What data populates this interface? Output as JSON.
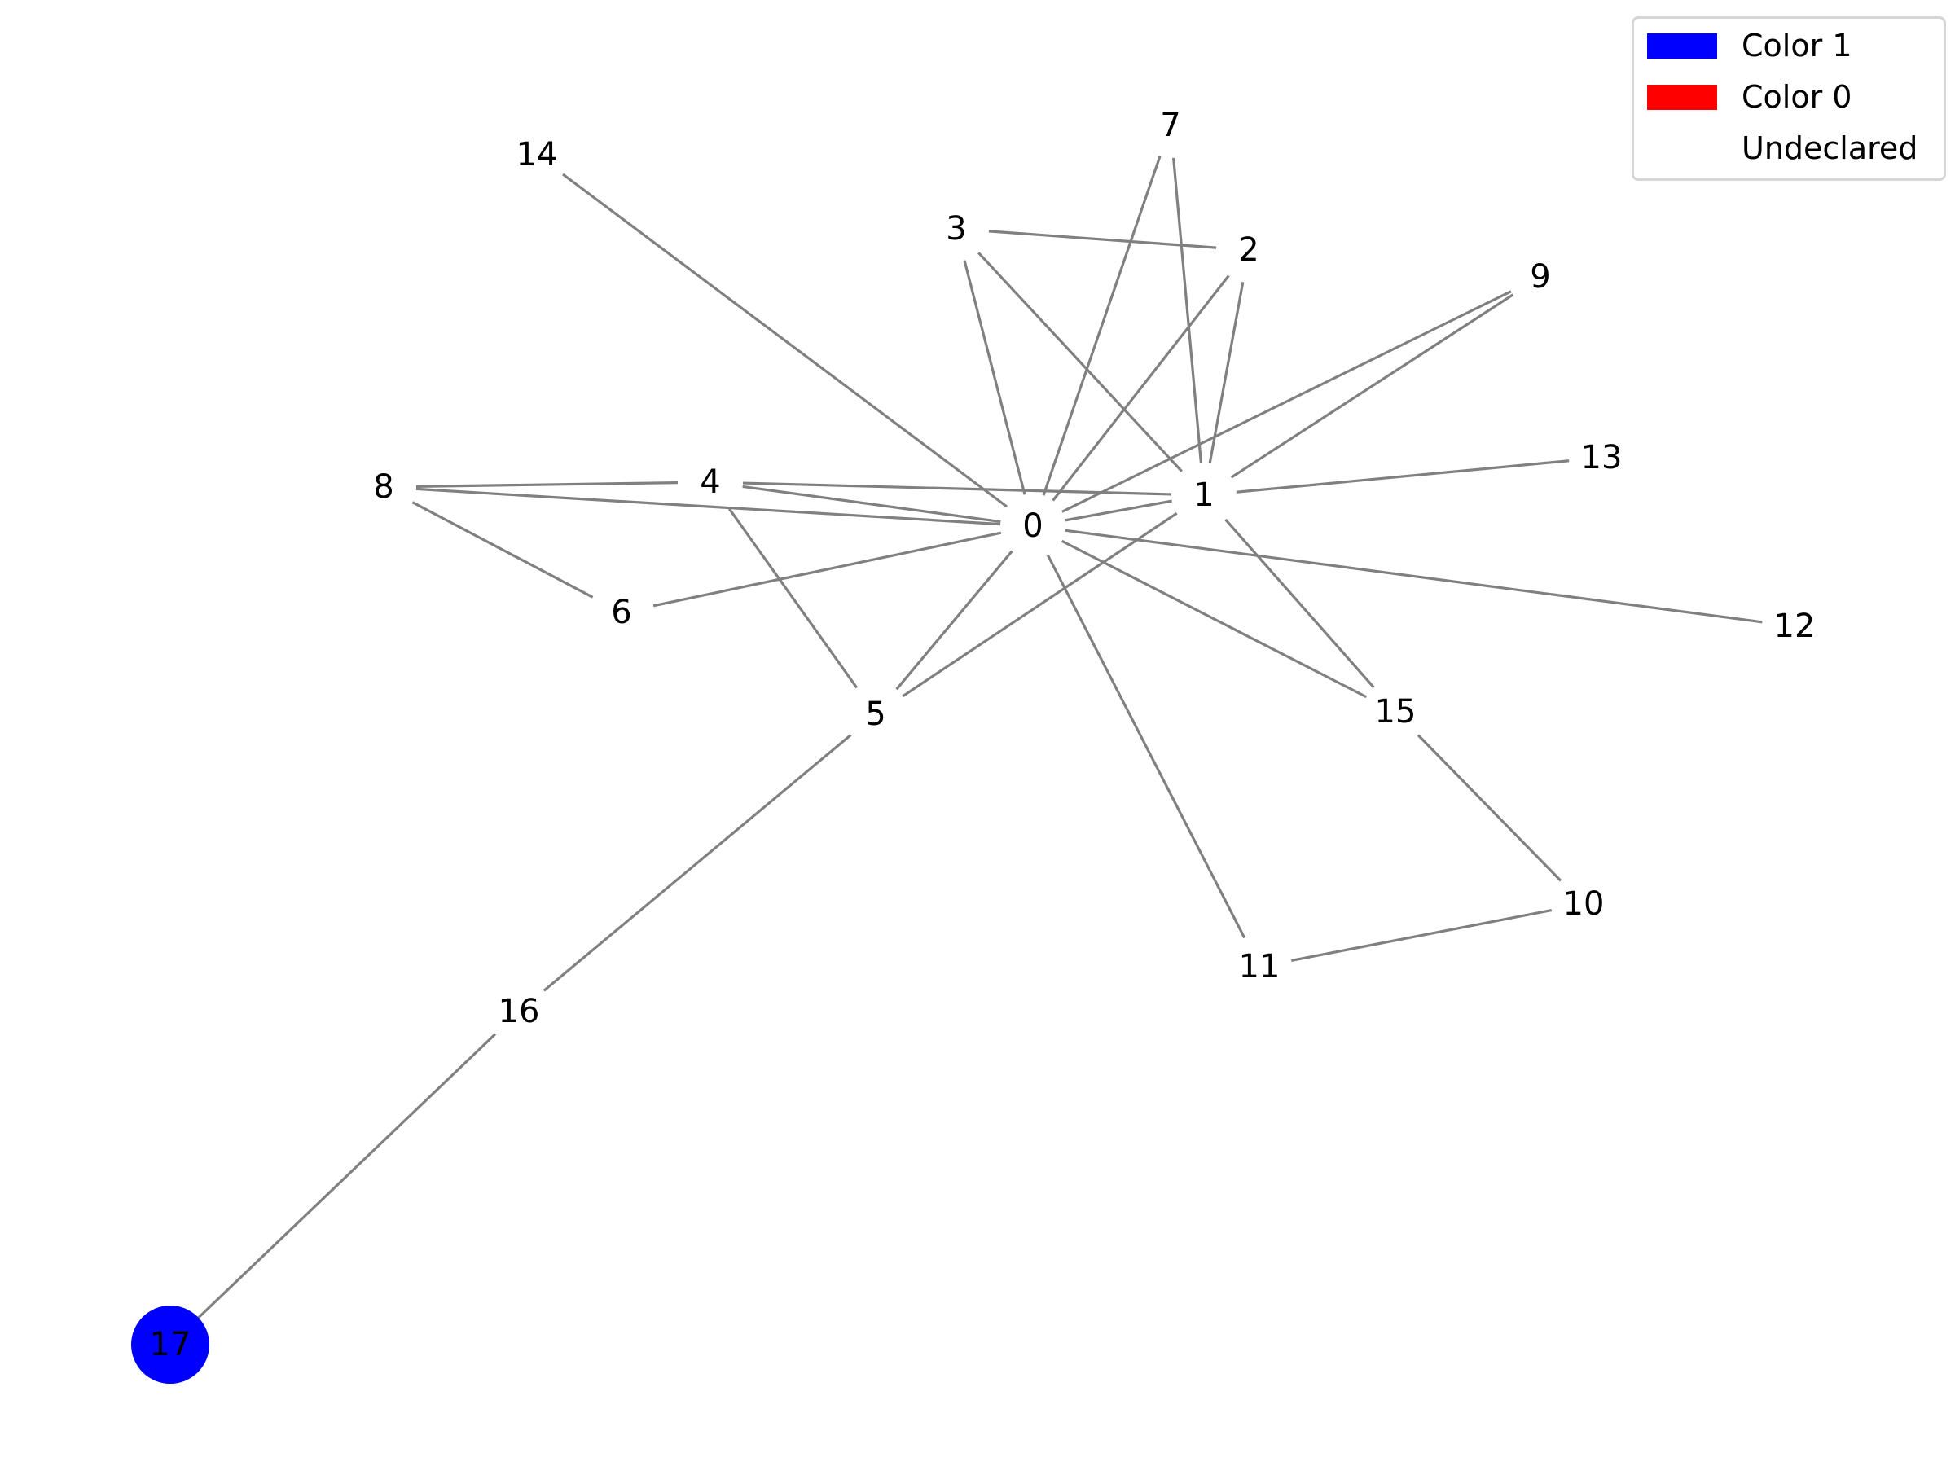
{
  "graph": {
    "nodes": [
      {
        "id": "0",
        "color": null
      },
      {
        "id": "1",
        "color": null
      },
      {
        "id": "2",
        "color": null
      },
      {
        "id": "3",
        "color": null
      },
      {
        "id": "4",
        "color": null
      },
      {
        "id": "5",
        "color": null
      },
      {
        "id": "6",
        "color": null
      },
      {
        "id": "7",
        "color": null
      },
      {
        "id": "8",
        "color": null
      },
      {
        "id": "9",
        "color": null
      },
      {
        "id": "10",
        "color": null
      },
      {
        "id": "11",
        "color": null
      },
      {
        "id": "12",
        "color": null
      },
      {
        "id": "13",
        "color": null
      },
      {
        "id": "14",
        "color": null
      },
      {
        "id": "15",
        "color": null
      },
      {
        "id": "16",
        "color": null
      },
      {
        "id": "17",
        "color": "#0000ff"
      }
    ],
    "edges": [
      [
        "0",
        "1"
      ],
      [
        "0",
        "2"
      ],
      [
        "0",
        "3"
      ],
      [
        "0",
        "4"
      ],
      [
        "0",
        "5"
      ],
      [
        "0",
        "6"
      ],
      [
        "0",
        "7"
      ],
      [
        "0",
        "8"
      ],
      [
        "0",
        "9"
      ],
      [
        "0",
        "11"
      ],
      [
        "0",
        "12"
      ],
      [
        "0",
        "14"
      ],
      [
        "0",
        "15"
      ],
      [
        "1",
        "2"
      ],
      [
        "1",
        "3"
      ],
      [
        "1",
        "4"
      ],
      [
        "1",
        "5"
      ],
      [
        "1",
        "7"
      ],
      [
        "1",
        "9"
      ],
      [
        "1",
        "13"
      ],
      [
        "1",
        "15"
      ],
      [
        "2",
        "3"
      ],
      [
        "4",
        "5"
      ],
      [
        "4",
        "8"
      ],
      [
        "5",
        "16"
      ],
      [
        "6",
        "8"
      ],
      [
        "10",
        "11"
      ],
      [
        "10",
        "15"
      ],
      [
        "16",
        "17"
      ]
    ],
    "edge_color": "#808080"
  },
  "legend": {
    "items": [
      {
        "label": "Color 1",
        "color": "#0000ff"
      },
      {
        "label": "Color 0",
        "color": "#ff0000"
      },
      {
        "label": "Undeclared",
        "color": "#ffffff"
      }
    ]
  }
}
